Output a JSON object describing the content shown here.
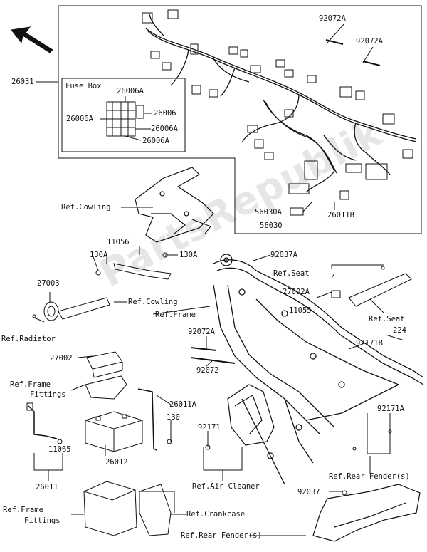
{
  "watermark": "PartsRepublik",
  "fuse_box": {
    "title": "Fuse Box"
  },
  "labels": {
    "p26031": "26031",
    "p92072A_1": "92072A",
    "p92072A_2": "92072A",
    "p26006A_top": "26006A",
    "p26006A_left": "26006A",
    "p26006": "26006",
    "p26006A_r1": "26006A",
    "p26006A_r2": "26006A",
    "ref_cowling_1": "Ref.Cowling",
    "p56030A": "56030A",
    "p56030": "56030",
    "p26011B": "26011B",
    "p11056": "11056",
    "p130A_1": "130A",
    "p130A_2": "130A",
    "p92037A": "92037A",
    "ref_seat_1": "Ref.Seat",
    "p27003": "27003",
    "ref_cowling_2": "Ref.Cowling",
    "ref_frame_1": "Ref.Frame",
    "p27002A": "27002A",
    "p11055": "11055",
    "ref_seat_2": "Ref.Seat",
    "ref_radiator": "Ref.Radiator",
    "p92072A_3": "92072A",
    "p224": "224",
    "p92171B": "92171B",
    "p27002": "27002",
    "p92072": "92072",
    "ref_frame_fittings_1a": "Ref.Frame",
    "ref_frame_fittings_1b": "Fittings",
    "p26011A": "26011A",
    "p92171A": "92171A",
    "p130": "130",
    "p92171": "92171",
    "p11065": "11065",
    "p26012": "26012",
    "ref_rear_fender_1": "Ref.Rear Fender(s)",
    "ref_air_cleaner": "Ref.Air Cleaner",
    "p26011": "26011",
    "p92037": "92037",
    "ref_frame_fittings_2a": "Ref.Frame",
    "ref_frame_fittings_2b": "Fittings",
    "ref_crankcase": "Ref.Crankcase",
    "ref_rear_fender_2": "Ref.Rear Fender(s)"
  }
}
